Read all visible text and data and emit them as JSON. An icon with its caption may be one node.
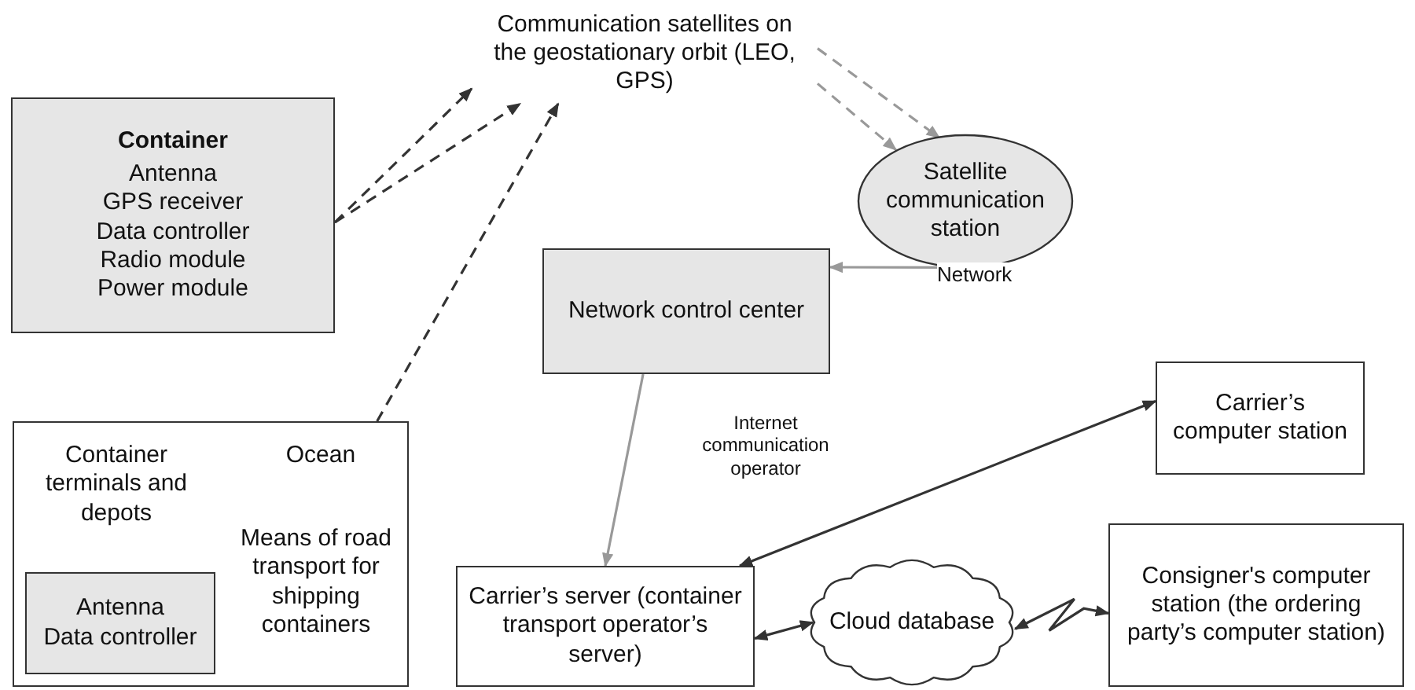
{
  "diagram": {
    "nodes": [
      {
        "text": [
          "Communication satellites on the geostationary orbit (LEO, GPS)"
        ]
      },
      {
        "text": [
          "Container",
          "Antenna",
          "GPS receiver",
          "Data controller",
          "Radio module",
          "Power module"
        ]
      },
      {
        "text": [
          "Satellite communication station"
        ]
      },
      {
        "text": [
          "Network control center"
        ]
      },
      {
        "text": [
          "Container terminals and depots",
          "Ocean",
          "Means of road transport for shipping containers"
        ]
      },
      {
        "text": [
          "Antenna",
          "Data controller"
        ],
        "in": 4
      },
      {
        "text": [
          "Carrier’s computer station"
        ]
      },
      {
        "text": [
          "Carrier’s server (container transport operator’s server)"
        ]
      },
      {
        "text": [
          "Cloud database"
        ]
      },
      {
        "text": [
          "Consigner's computer station (the ordering party’s computer station)"
        ]
      }
    ],
    "edges": [
      {
        "from": 1,
        "to": 0,
        "arrow": "to",
        "style": "dashed"
      },
      {
        "from": 1,
        "to": 0,
        "arrow": "to",
        "style": "dashed"
      },
      {
        "from": 4,
        "to": 0,
        "arrow": "to",
        "style": "dashed"
      },
      {
        "from": 0,
        "to": 2,
        "arrow": "to",
        "style": "dashed",
        "color": "#999999"
      },
      {
        "from": 0,
        "to": 2,
        "arrow": "to",
        "style": "dashed",
        "color": "#999999"
      },
      {
        "from": 2,
        "to": 3,
        "arrow": "to",
        "label": "Network",
        "color": "#999999"
      },
      {
        "from": 3,
        "to": 7,
        "arrow": "to",
        "label": "Internet communication operator",
        "color": "#999999"
      },
      {
        "from": 7,
        "to": 6,
        "arrow": "both"
      },
      {
        "from": 7,
        "to": 8,
        "arrow": "both"
      },
      {
        "from": 8,
        "to": 9,
        "arrow": "both"
      }
    ]
  }
}
